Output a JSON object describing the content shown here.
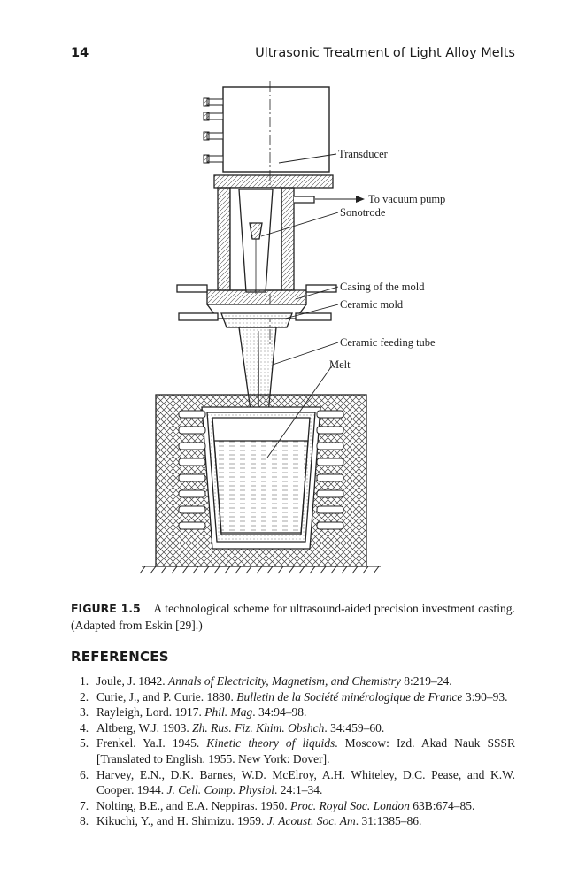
{
  "header": {
    "page_number": "14",
    "running_title": "Ultrasonic Treatment of Light Alloy Melts"
  },
  "figure": {
    "labels": {
      "transducer": "Transducer",
      "vacuum": "To vacuum pump",
      "sonotrode": "Sonotrode",
      "casing": "Casing of the mold",
      "ceramic_mold": "Ceramic mold",
      "feeding_tube": "Ceramic feeding tube",
      "melt": "Melt"
    },
    "caption_label": "FIGURE 1.5",
    "caption_text": "A technological scheme for ultrasound-aided precision investment casting. (Adapted from Eskin [29].)"
  },
  "references": {
    "heading": "REFERENCES",
    "items": [
      {
        "num": "1.",
        "pre": "Joule, J. 1842. ",
        "journal": "Annals of Electricity, Magnetism, and Chemistry",
        "post": " 8:219–24."
      },
      {
        "num": "2.",
        "pre": "Curie, J., and P. Curie. 1880. ",
        "journal": "Bulletin de la Société minérologique de France",
        "post": " 3:90–93."
      },
      {
        "num": "3.",
        "pre": "Rayleigh, Lord. 1917. ",
        "journal": "Phil. Mag",
        "post": ". 34:94–98."
      },
      {
        "num": "4.",
        "pre": "Altberg, W.J. 1903. ",
        "journal": "Zh. Rus. Fiz. Khim. Obshch",
        "post": ". 34:459–60."
      },
      {
        "num": "5.",
        "pre": "Frenkel. Ya.I. 1945. ",
        "journal": "Kinetic theory of liquids",
        "post": ". Moscow: Izd. Akad Nauk SSSR [Translated to English. 1955. New York: Dover]."
      },
      {
        "num": "6.",
        "pre": "Harvey, E.N., D.K. Barnes, W.D. McElroy, A.H. Whiteley, D.C. Pease, and K.W. Cooper. 1944. ",
        "journal": "J. Cell. Comp. Physiol",
        "post": ". 24:1–34."
      },
      {
        "num": "7.",
        "pre": "Nolting, B.E., and E.A. Neppiras. 1950. ",
        "journal": "Proc. Royal Soc. London",
        "post": " 63B:674–85."
      },
      {
        "num": "8.",
        "pre": "Kikuchi, Y., and H. Shimizu. 1959. ",
        "journal": "J. Acoust. Soc. Am",
        "post": ". 31:1385–86."
      }
    ]
  }
}
